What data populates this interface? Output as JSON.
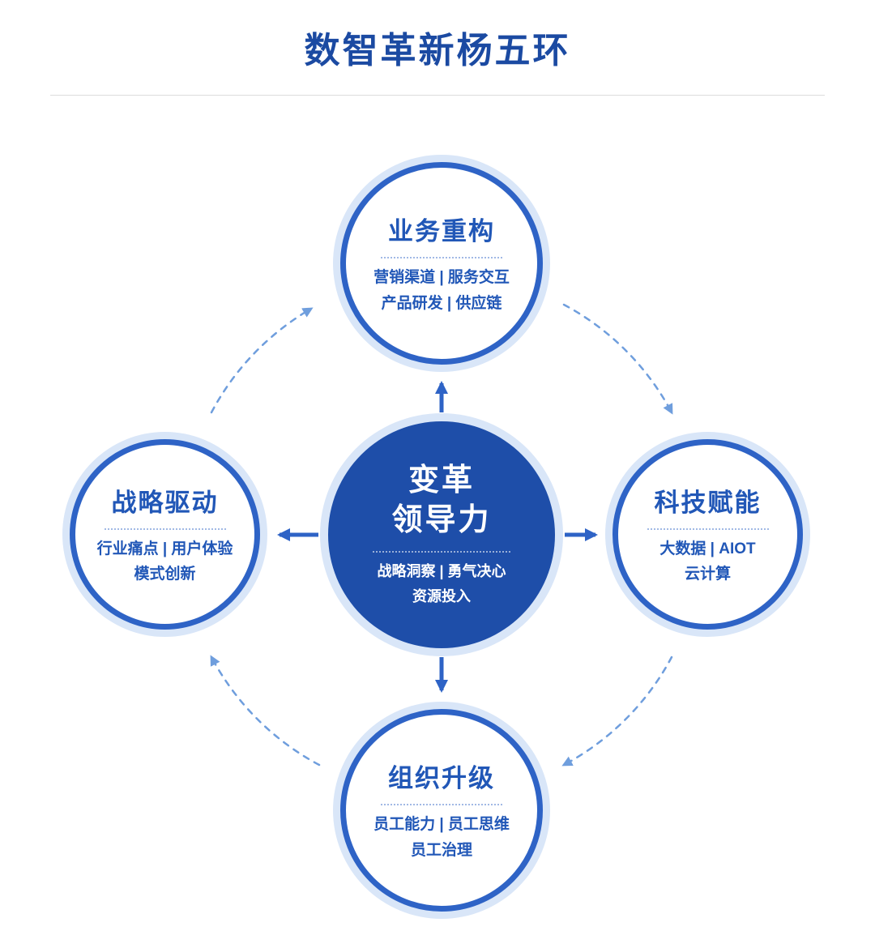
{
  "title": "数智革新杨五环",
  "center": {
    "title_line1": "变革",
    "title_line2": "领导力",
    "sub_line1": "战略洞察 | 勇气决心",
    "sub_line2": "资源投入"
  },
  "nodes": {
    "top": {
      "title": "业务重构",
      "sub_line1": "营销渠道 | 服务交互",
      "sub_line2": "产品研发 | 供应链"
    },
    "right": {
      "title": "科技赋能",
      "sub_line1": "大数据 | AIOT",
      "sub_line2": "云计算"
    },
    "bottom": {
      "title": "组织升级",
      "sub_line1": "员工能力 | 员工思维",
      "sub_line2": "员工治理"
    },
    "left": {
      "title": "战略驱动",
      "sub_line1": "行业痛点 | 用户体验",
      "sub_line2": "模式创新"
    }
  },
  "icons": {
    "center_arrows": [
      "arrow-up",
      "arrow-right",
      "arrow-down",
      "arrow-left"
    ],
    "cycle_arrows": [
      "arc-left-to-top",
      "arc-top-to-right",
      "arc-right-to-bottom",
      "arc-bottom-to-left"
    ]
  },
  "colors": {
    "accent": "#2e63c6",
    "center_fill": "#1e4ea9",
    "halo": "#d9e6f8",
    "dashed": "#6f9edd",
    "title": "#1b4aa2",
    "node_text": "#2157b7",
    "divider": "#dcdcdc"
  }
}
